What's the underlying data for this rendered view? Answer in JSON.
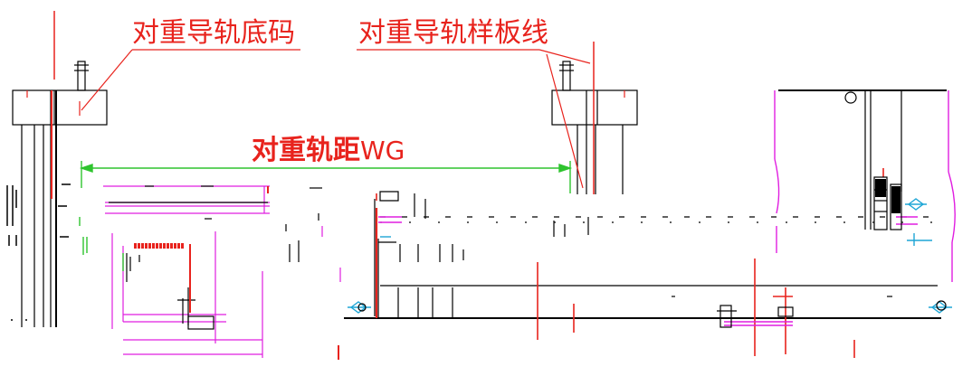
{
  "labels": {
    "counterweight_rail_base": "对重导轨底码",
    "counterweight_rail_template_line": "对重导轨样板线",
    "counterweight_rail_gauge_cn": "对重轨距",
    "counterweight_rail_gauge_code": "WG"
  },
  "colors": {
    "background": "#ffffff",
    "line": "#000000",
    "annotation": "#e8231d",
    "dimension": "#2ec42e",
    "construction": "#e01ee0",
    "highlight": "#1ea6d6"
  }
}
